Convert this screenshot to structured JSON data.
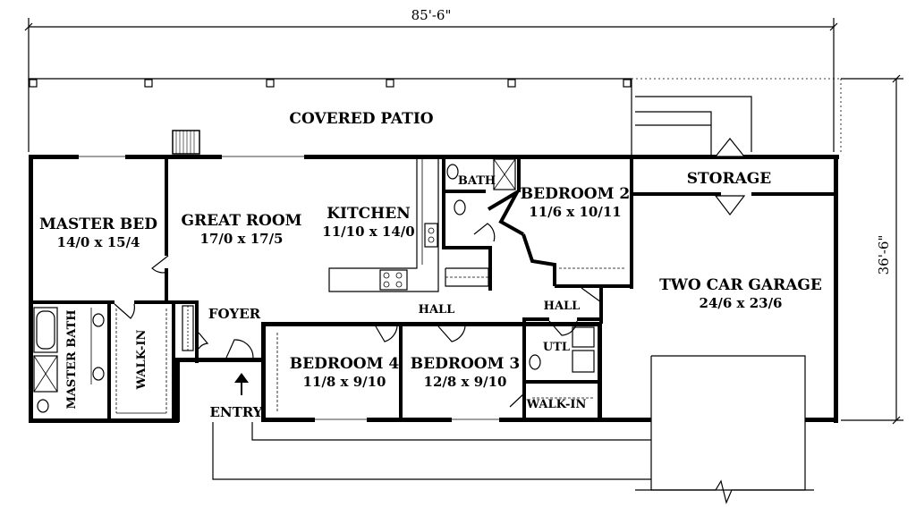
{
  "dimensions": {
    "overall_width": "85'-6\"",
    "overall_depth": "36'-6\""
  },
  "rooms": {
    "covered_patio": {
      "name": "COVERED PATIO"
    },
    "master_bed": {
      "name": "MASTER BED",
      "size": "14/0 x 15/4"
    },
    "great_room": {
      "name": "GREAT ROOM",
      "size": "17/0 x 17/5"
    },
    "kitchen": {
      "name": "KITCHEN",
      "size": "11/10 x 14/0"
    },
    "bath": {
      "name": "BATH"
    },
    "bedroom_2": {
      "name": "BEDROOM 2",
      "size": "11/6 x 10/11"
    },
    "storage": {
      "name": "STORAGE"
    },
    "two_car_garage": {
      "name": "TWO CAR GARAGE",
      "size": "24/6 x 23/6"
    },
    "foyer": {
      "name": "FOYER"
    },
    "hall_center": {
      "name": "HALL"
    },
    "hall_right": {
      "name": "HALL"
    },
    "master_bath": {
      "name": "MASTER BATH"
    },
    "walk_in_master": {
      "name": "WALK-IN"
    },
    "bedroom_4": {
      "name": "BEDROOM 4",
      "size": "11/8 x 9/10"
    },
    "bedroom_3": {
      "name": "BEDROOM 3",
      "size": "12/8 x 9/10"
    },
    "utl": {
      "name": "UTL"
    },
    "walk_in_bed3": {
      "name": "WALK-IN"
    },
    "entry": {
      "name": "ENTRY"
    }
  }
}
